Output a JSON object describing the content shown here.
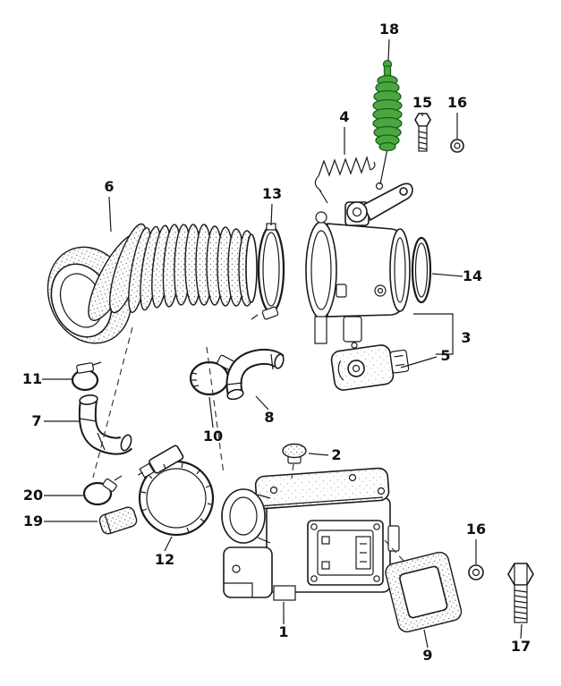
{
  "diagram": {
    "type": "exploded-parts-diagram",
    "highlighted_part": "18",
    "colors": {
      "background": "#ffffff",
      "line": "#1a1a1a",
      "highlight_fill": "#4ba63f",
      "highlight_stroke": "#17601c"
    },
    "part_labels": [
      "18",
      "4",
      "15",
      "16",
      "6",
      "13",
      "14",
      "3",
      "5",
      "11",
      "7",
      "10",
      "8",
      "2",
      "20",
      "19",
      "12",
      "1",
      "9",
      "16",
      "17"
    ]
  }
}
